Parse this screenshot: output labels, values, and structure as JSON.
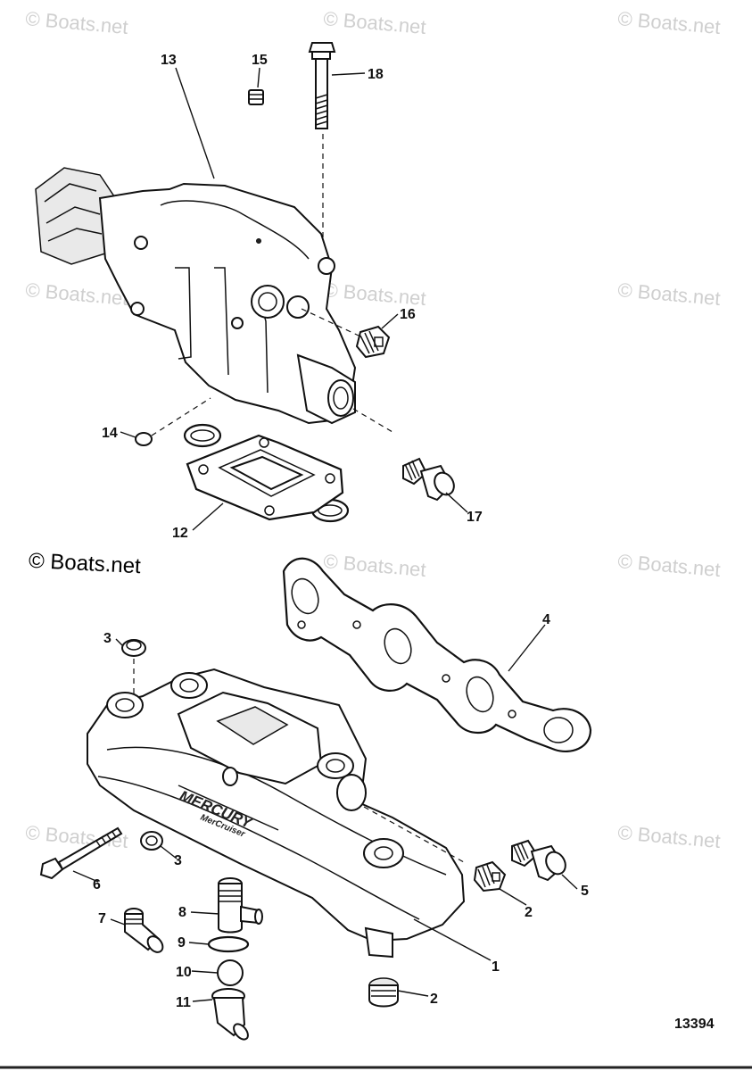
{
  "watermark": "© Boats.net",
  "copyright": "© Boats.net",
  "figure_number": "13394",
  "callouts": {
    "c1": "1",
    "c2a": "2",
    "c2b": "2",
    "c3a": "3",
    "c3b": "3",
    "c4": "4",
    "c5": "5",
    "c6": "6",
    "c7": "7",
    "c8": "8",
    "c9": "9",
    "c10": "10",
    "c11": "11",
    "c12": "12",
    "c13": "13",
    "c14": "14",
    "c15": "15",
    "c16": "16",
    "c17": "17",
    "c18": "18"
  }
}
